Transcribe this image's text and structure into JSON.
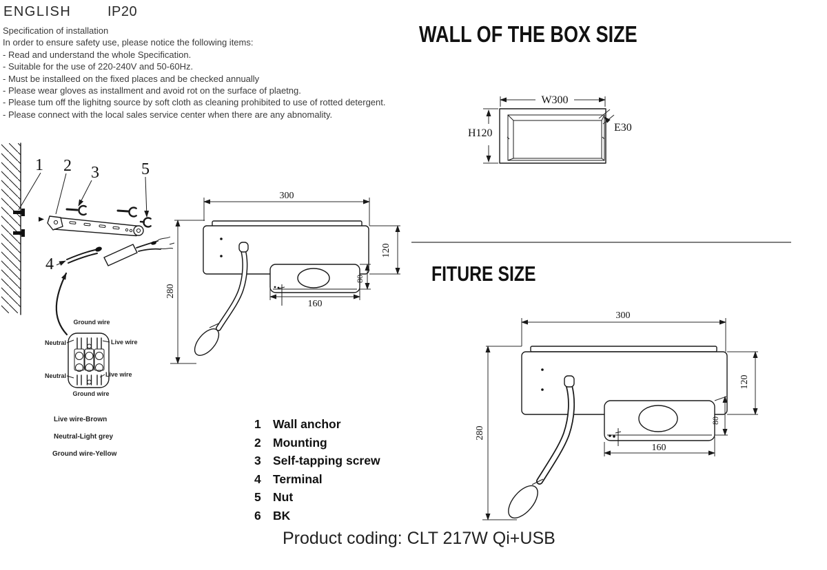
{
  "header": {
    "language": "ENGLISH",
    "ip_rating": "IP20"
  },
  "spec": {
    "title": "Specification of installation",
    "intro": "In order to ensure safety use, please notice the following items:",
    "items": [
      "- Read and understand the whole Specification.",
      "- Suitable for the use of 220-240V and 50-60Hz.",
      "- Must be installeed on the fixed places and be checked annually",
      "- Please wear gloves as installment and avoid rot on the surface of plaetng.",
      "- Please tum off the lighitng source by soft cloth as cleaning prohibited to use of rotted detergent.",
      "- Please connect with the local sales service center when there are any abnomality."
    ]
  },
  "wall_box": {
    "title": "WALL OF THE BOX SIZE",
    "width_label": "W300",
    "height_label": "H120",
    "edge_label": "E30"
  },
  "fixture": {
    "title": "FITURE SIZE",
    "width": "300",
    "height": "120",
    "drop": "280",
    "panel_width": "160",
    "panel_height": "80"
  },
  "install": {
    "callout_1": "1",
    "callout_2": "2",
    "callout_3": "3",
    "callout_4": "4",
    "callout_5": "5",
    "terminal": {
      "ground_top": "Ground wire",
      "neutral_top": "Neutral",
      "live_top": "Live wire",
      "neutral_bottom": "Neutral",
      "live_bottom": "Live wire",
      "ground_bottom": "Ground wire"
    },
    "legend": [
      "Live wire-Brown",
      "Neutral-Light grey",
      "Ground wire-Yellow"
    ]
  },
  "parts_list": [
    {
      "num": "1",
      "label": "Wall anchor"
    },
    {
      "num": "2",
      "label": "Mounting"
    },
    {
      "num": "3",
      "label": "Self-tapping screw"
    },
    {
      "num": "4",
      "label": "Terminal"
    },
    {
      "num": "5",
      "label": "Nut"
    },
    {
      "num": "6",
      "label": "BK"
    }
  ],
  "product_coding": "Product coding: CLT 217W Qi+USB"
}
